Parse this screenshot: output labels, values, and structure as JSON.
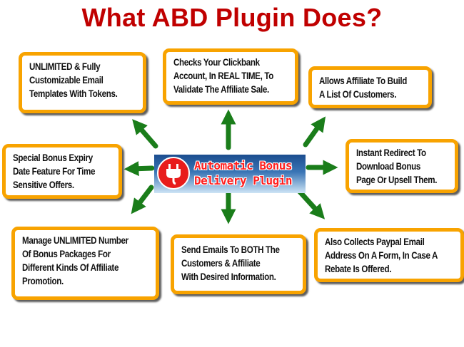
{
  "title": "What ABD Plugin Does?",
  "center": {
    "icon": "plug-icon",
    "line1": "Automatic Bonus",
    "line2": "Delivery Plugin"
  },
  "features": [
    {
      "lines": [
        "UNLIMITED & Fully",
        "Customizable Email",
        "Templates With Tokens."
      ]
    },
    {
      "lines": [
        "Checks Your Clickbank",
        "Account, In REAL TIME, To",
        "Validate The Affiliate Sale."
      ]
    },
    {
      "lines": [
        "Allows Affiliate To Build",
        "A List Of Customers."
      ]
    },
    {
      "lines": [
        "Special Bonus Expiry",
        "Date Feature For Time",
        "Sensitive Offers."
      ]
    },
    {
      "lines": [
        "Instant Redirect To",
        "Download Bonus",
        "Page Or Upsell Them."
      ]
    },
    {
      "lines": [
        "Manage UNLIMITED Number",
        "Of Bonus Packages For",
        "Different Kinds Of Affiliate",
        "Promotion."
      ]
    },
    {
      "lines": [
        "Send Emails To BOTH The",
        "Customers & Affiliate",
        "With Desired Information."
      ]
    },
    {
      "lines": [
        "Also Collects Paypal Email",
        "Address On A Form, In Case A",
        "Rebate Is Offered."
      ]
    }
  ],
  "colors": {
    "title": "#c00000",
    "box_border": "#f8a300",
    "arrow": "#1a7d1a",
    "banner_text": "#ff2020",
    "plug_circle": "#e81c1c"
  }
}
